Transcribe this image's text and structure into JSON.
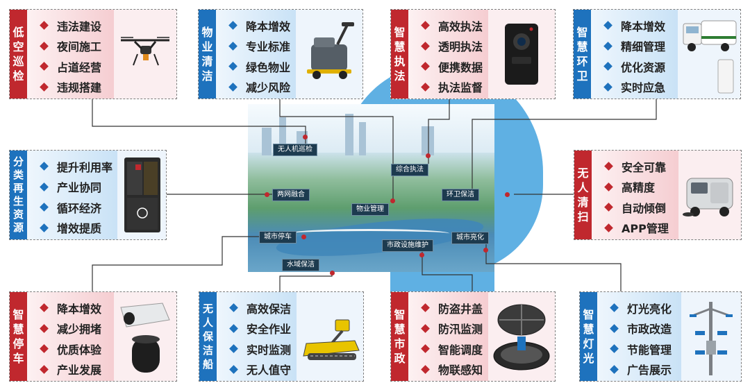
{
  "labels": {
    "drone": "无人机巡检",
    "law": "综合执法",
    "fusion": "两网融合",
    "sanitation": "环卫保洁",
    "property": "物业管理",
    "parking": "城市停车",
    "municipal": "市政设施维护",
    "lighting": "城市亮化",
    "water": "水域保洁"
  },
  "boxes": {
    "low_air": {
      "title": [
        "低",
        "空",
        "巡",
        "检"
      ],
      "items": [
        "违法建设",
        "夜间施工",
        "占道经营",
        "违规搭建"
      ],
      "icon": "drone-icon"
    },
    "property": {
      "title": [
        "物",
        "业",
        "清",
        "洁"
      ],
      "items": [
        "降本增效",
        "专业标准",
        "绿色物业",
        "减少风险"
      ],
      "icon": "floor-scrubber-icon"
    },
    "law": {
      "title": [
        "智",
        "慧",
        "执",
        "法"
      ],
      "items": [
        "高效执法",
        "透明执法",
        "便携数据",
        "执法监督"
      ],
      "icon": "body-camera-icon"
    },
    "sanitation": {
      "title": [
        "智",
        "慧",
        "环",
        "卫"
      ],
      "items": [
        "降本增效",
        "精细管理",
        "优化资源",
        "实时应急"
      ],
      "icon": "street-sweeper-truck-icon"
    },
    "recycle": {
      "title": [
        "分",
        "类",
        "再",
        "生",
        "资",
        "源"
      ],
      "items": [
        "提升利用率",
        "产业协同",
        "循环经济",
        "增效提质"
      ],
      "icon": "recycling-cabinet-icon"
    },
    "unmanned_clean": {
      "title": [
        "无",
        "人",
        "清",
        "扫"
      ],
      "items": [
        "安全可靠",
        "高精度",
        "自动倾倒",
        "APP管理"
      ],
      "icon": "autonomous-sweeper-icon"
    },
    "parking": {
      "title": [
        "智",
        "慧",
        "停",
        "车"
      ],
      "items": [
        "降本增效",
        "减少拥堵",
        "优质体验",
        "产业发展"
      ],
      "icon": "parking-camera-icon"
    },
    "boat": {
      "title": [
        "无",
        "人",
        "保",
        "洁",
        "船"
      ],
      "items": [
        "高效保洁",
        "安全作业",
        "实时监测",
        "无人值守"
      ],
      "icon": "cleaning-boat-icon"
    },
    "municipal": {
      "title": [
        "智",
        "慧",
        "市",
        "政"
      ],
      "items": [
        "防盗井盖",
        "防汛监测",
        "智能调度",
        "物联感知"
      ],
      "icon": "manhole-cover-icon"
    },
    "lighting": {
      "title": [
        "智",
        "慧",
        "灯",
        "光"
      ],
      "items": [
        "灯光亮化",
        "市政改造",
        "节能管理",
        "广告展示"
      ],
      "icon": "smart-streetlight-icon"
    }
  },
  "colors": {
    "red": "#c0282e",
    "blue": "#1e72bd",
    "head": "#5fb0e3",
    "label_bg": "#1d3b4f"
  }
}
